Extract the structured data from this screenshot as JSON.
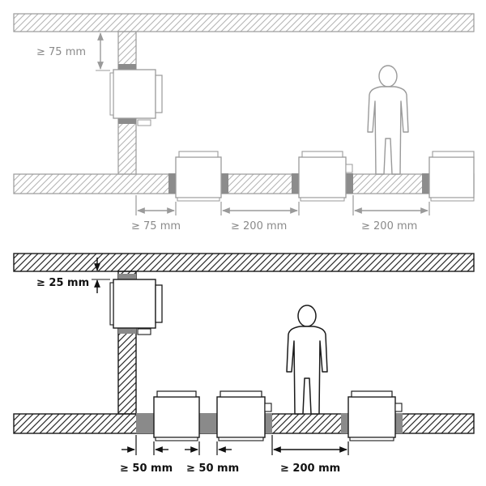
{
  "colors": {
    "top_line": "#9a9a9a",
    "top_hatch": "#b5b5b5",
    "top_text": "#8a8a8a",
    "bottom_line": "#1a1a1a",
    "bottom_hatch": "#2a2a2a",
    "bottom_text": "#111111",
    "seal_top": "#8c8c8c",
    "seal_bottom": "#8a8a8a",
    "background": "#ffffff"
  },
  "icons": [
    "person-icon",
    "fan-unit-icon"
  ],
  "top_panel": {
    "vertical_clearance": "≥ 75 mm",
    "spacing_1": "≥ 75 mm",
    "spacing_2": "≥ 200 mm",
    "spacing_3": "≥ 200 mm"
  },
  "bottom_panel": {
    "vertical_clearance": "≥ 25 mm",
    "spacing_1": "≥ 50 mm",
    "spacing_2": "≥ 50 mm",
    "spacing_3": "≥ 200 mm"
  }
}
